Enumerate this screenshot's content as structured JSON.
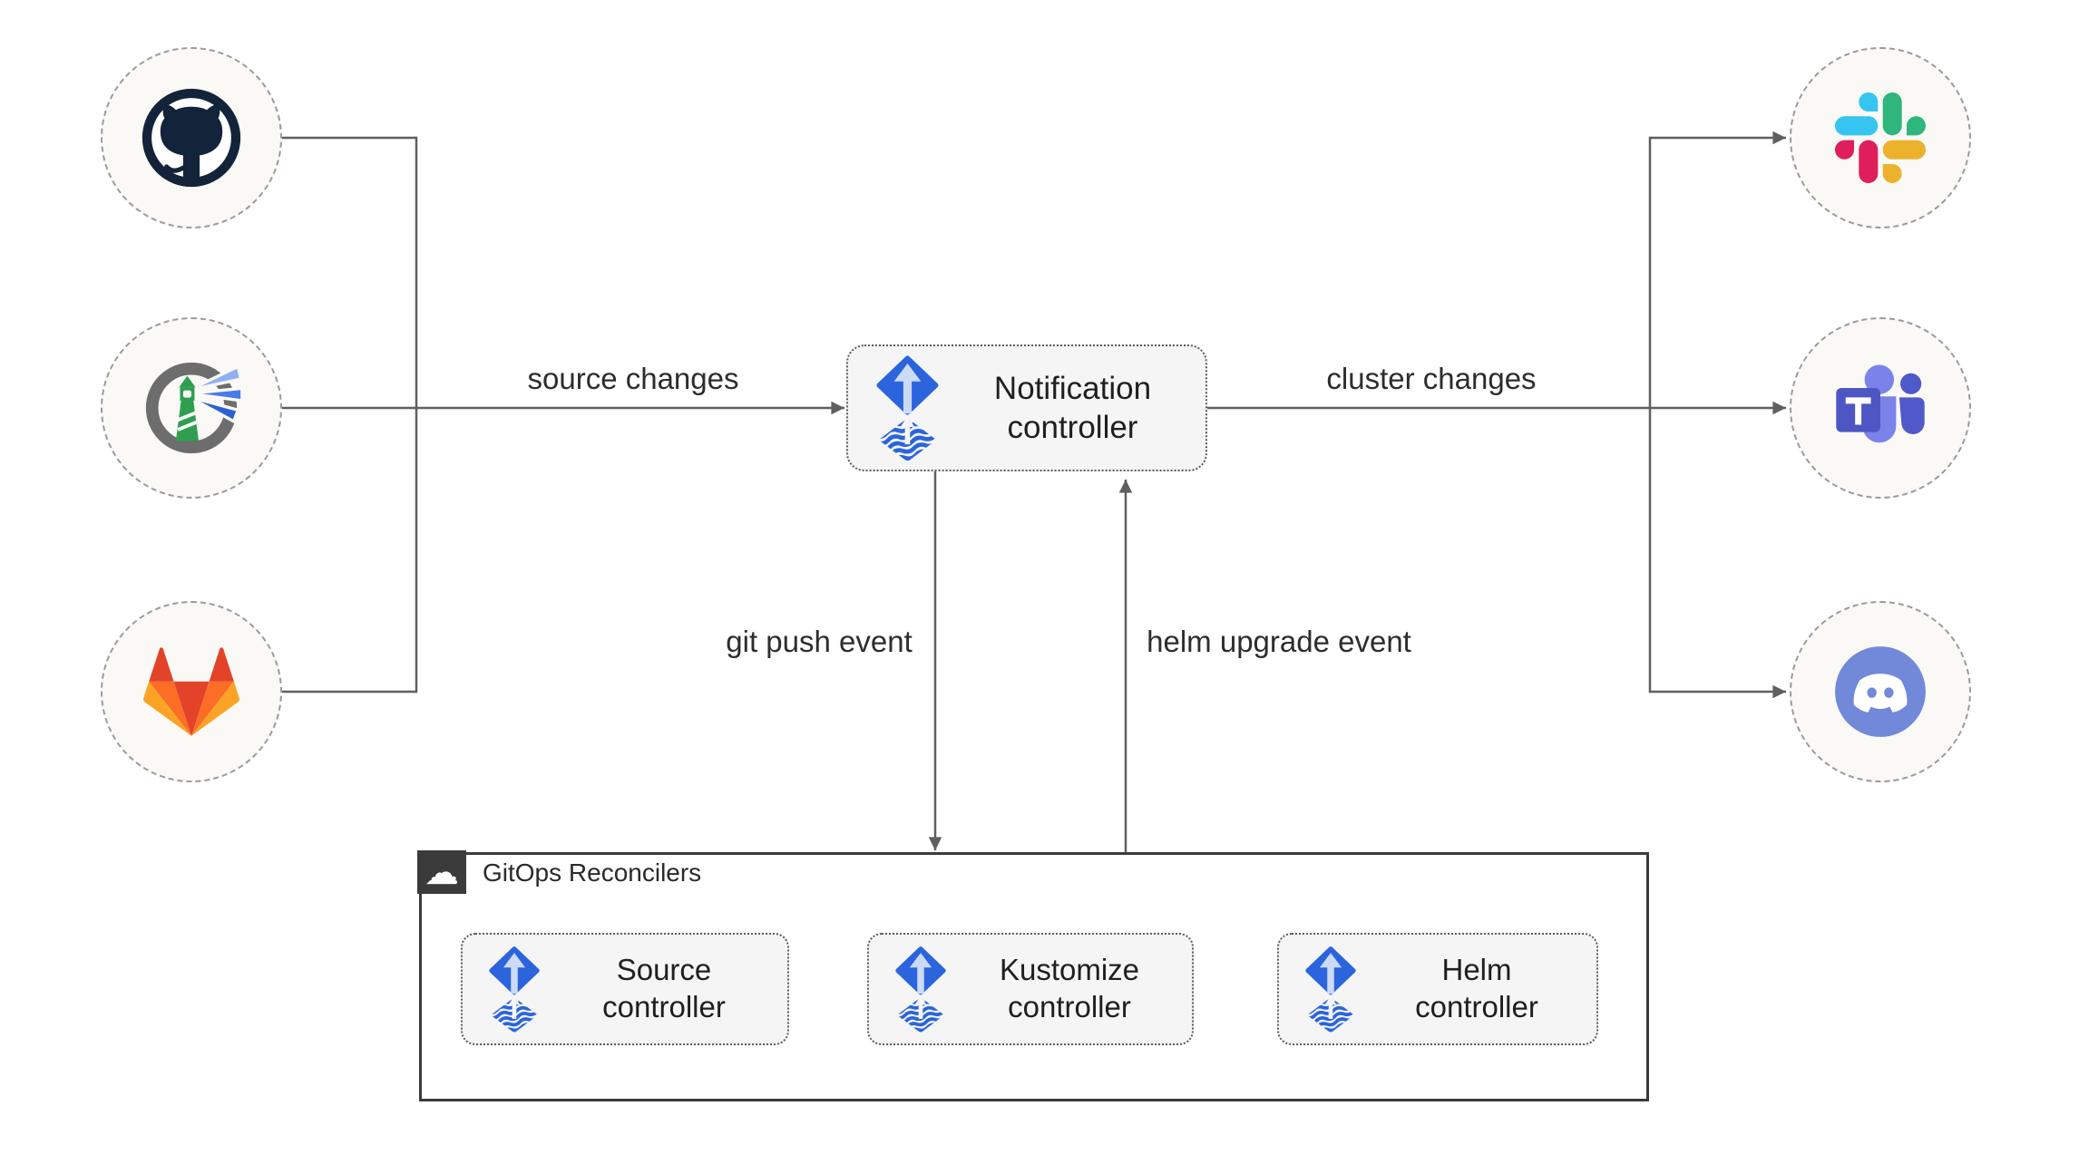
{
  "colors": {
    "page_bg": "#ffffff",
    "line_gray": "#5f5f5f",
    "text_dark": "#1f1f1f",
    "circle_bg": "#faf9f6",
    "circle_border": "#9b9b9b",
    "node_bg": "#f5f5f5",
    "node_border": "#5c5c5c",
    "container_border": "#3b3b3b",
    "tab_bg": "#3b3b3b",
    "flux_blue": "#2b64dd",
    "flux_light": "#ccdaf6",
    "github_dark": "#13243a",
    "harbor_gray": "#6d6d6d",
    "harbor_green": "#2f9e4f",
    "harbor_beam_light": "#8fb0f2",
    "harbor_beam_mid": "#4a7bea",
    "harbor_beam_dark": "#2c5fd6",
    "gitlab_red": "#e24329",
    "gitlab_orange": "#fc6d26",
    "gitlab_yellow": "#fca326",
    "slack_blue": "#36c5f0",
    "slack_green": "#2eb67d",
    "slack_yellow": "#ecb22e",
    "slack_pink": "#e01e5a",
    "teams_indigo": "#4e56c4",
    "teams_light": "#7b83eb",
    "teams_dark": "#5059c9",
    "discord_blurple": "#7289da"
  },
  "nodes": {
    "notification": {
      "label": "Notification controller"
    },
    "source": {
      "label": "Source controller"
    },
    "kustomize": {
      "label": "Kustomize controller"
    },
    "helm": {
      "label": "Helm controller"
    }
  },
  "container": {
    "label": "GitOps Reconcilers"
  },
  "edges": {
    "source_changes": {
      "label": "source changes"
    },
    "cluster_changes": {
      "label": "cluster changes"
    },
    "git_push_event": {
      "label": "git push event"
    },
    "helm_upgrade_event": {
      "label": "helm upgrade event"
    }
  },
  "icon_nodes": {
    "github": {
      "icon": "github-icon"
    },
    "harbor": {
      "icon": "harbor-icon"
    },
    "gitlab": {
      "icon": "gitlab-icon"
    },
    "slack": {
      "icon": "slack-icon"
    },
    "teams": {
      "icon": "microsoft-teams-icon"
    },
    "discord": {
      "icon": "discord-icon"
    }
  }
}
